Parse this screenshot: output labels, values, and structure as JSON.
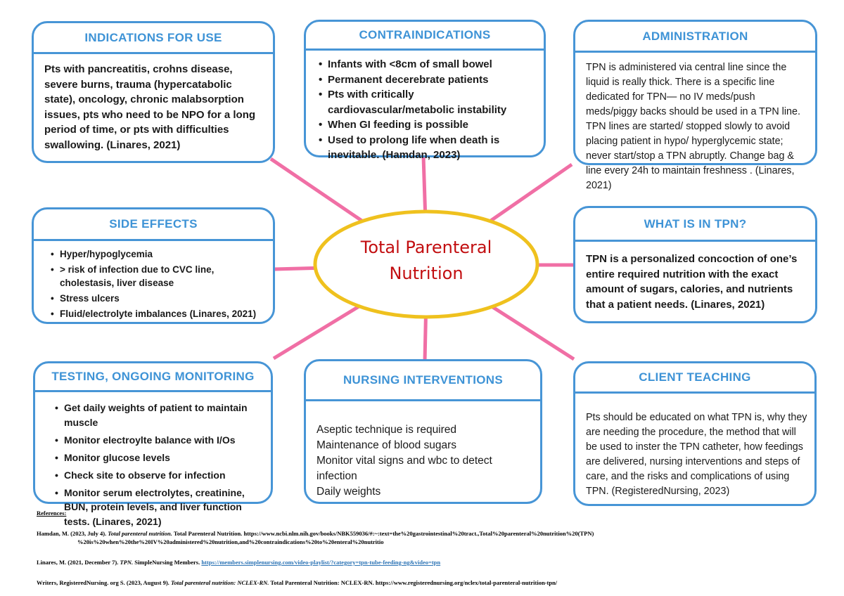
{
  "center": {
    "title": "Total Parenteral Nutrition"
  },
  "colors": {
    "accent_blue": "#4795D6",
    "title_blue": "#3E93D6",
    "connector_pink": "#F06FA5",
    "ellipse_yellow": "#EFC11E",
    "center_red": "#C20E10",
    "link_blue": "#2E75B6"
  },
  "boxes": {
    "indications": {
      "title": "INDICATIONS FOR USE",
      "body": "Pts with pancreatitis, crohns disease, severe burns, trauma (hypercatabolic state), oncology, chronic malabsorption issues, pts who need to be NPO for a long period of time, or pts with difficulties swallowing. (Linares, 2021)"
    },
    "contraindications": {
      "title": "CONTRAINDICATIONS",
      "bullets": [
        "Infants with <8cm of small bowel",
        "Permanent decerebrate patients",
        "Pts with critically cardiovascular/metabolic instability",
        "When GI feeding is possible",
        "Used to prolong life when death is inevitable.  (Hamdan, 2023)"
      ]
    },
    "administration": {
      "title": "ADMINISTRATION",
      "body": "TPN is administered via central line since the liquid is really thick. There is a specific line dedicated for TPN— no IV meds/push meds/piggy backs should be used in a TPN line. TPN lines are started/ stopped slowly to avoid placing patient in hypo/ hyperglycemic state; never start/stop a TPN abruptly. Change bag & line every 24h to maintain freshness . (Linares, 2021)"
    },
    "side_effects": {
      "title": "SIDE EFFECTS",
      "bullets": [
        "Hyper/hypoglycemia",
        "> risk of infection due to CVC line, cholestasis, liver disease",
        "Stress ulcers",
        "Fluid/electrolyte imbalances (Linares, 2021)"
      ]
    },
    "what_is_in_tpn": {
      "title": "WHAT IS IN TPN?",
      "body": "TPN is a personalized concoction of one’s entire required nutrition with the exact amount of sugars, calories, and nutrients that a patient needs. (Linares, 2021)"
    },
    "testing": {
      "title": "TESTING, ONGOING MONITORING",
      "bullets": [
        "Get daily weights of patient to maintain muscle",
        "Monitor electroylte balance with I/Os",
        "Monitor glucose levels",
        "Check site to observe for infection",
        "Monitor serum electrolytes, creatinine, BUN, protein levels, and liver function tests. (Linares, 2021)"
      ]
    },
    "nursing_interventions": {
      "title": "NURSING INTERVENTIONS",
      "lines": [
        "Aseptic technique is required",
        "Maintenance of blood sugars",
        "Monitor vital signs and wbc to detect infection",
        "Daily weights"
      ]
    },
    "client_teaching": {
      "title": "CLIENT TEACHING",
      "body": "Pts should be educated on what TPN is, why they are needing the procedure, the method that will be used to inster the TPN catheter, how feedings are delivered, nursing interventions and steps of care, and the risks and complications of using TPN. (RegisteredNursing, 2023)"
    }
  },
  "references": {
    "heading": "References:",
    "hamdan": {
      "pre": "Hamdan, M. (2023, July 4). ",
      "italic": "Total parenteral nutrition.",
      "post": " Total Parenteral Nutrition. https://www.ncbi.nlm.nih.gov/books/NBK559036/#:~:text=the%20gastrointestinal%20tract.,Total%20parenteral%20nutrition%20(TPN)",
      "cont": "%20is%20when%20the%20IV%20administered%20nutrition,and%20contraindications%20to%20enteral%20nutritio"
    },
    "linares": {
      "pre": "Linares, M. (2021, December 7). ",
      "italic": "TPN.",
      "mid": " SimpleNursing Members. ",
      "link": "https://members.simplenursing.com/video-playlist/?category=tpn-tube-feeding-ng&video=tpn"
    },
    "writers": {
      "pre": "Writers, RegisteredNursing. org S. (2023, August 9). ",
      "italic": "Total parenteral nutrition: NCLEX-RN.",
      "post": " Total Parenteral Nutrition: NCLEX-RN. https://www.registerednursing.org/nclex/total-parenteral-nutrition-tpn/"
    }
  }
}
